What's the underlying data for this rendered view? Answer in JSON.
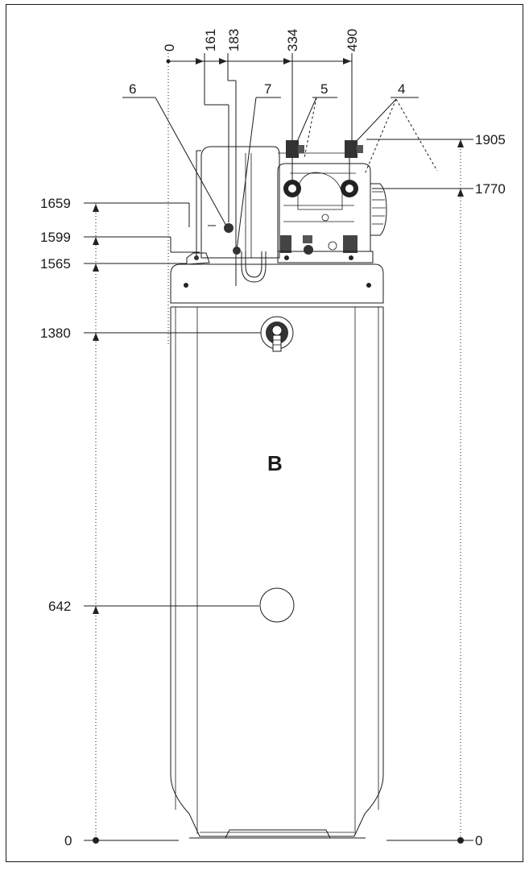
{
  "top_dimensions": [
    "0",
    "161",
    "183",
    "334",
    "490"
  ],
  "left_heights": [
    "1659",
    "1599",
    "1565",
    "1380",
    "642",
    "0"
  ],
  "right_heights": [
    "1905",
    "1770",
    "0"
  ],
  "callouts": [
    "6",
    "7",
    "5",
    "4"
  ],
  "section_label": "B"
}
